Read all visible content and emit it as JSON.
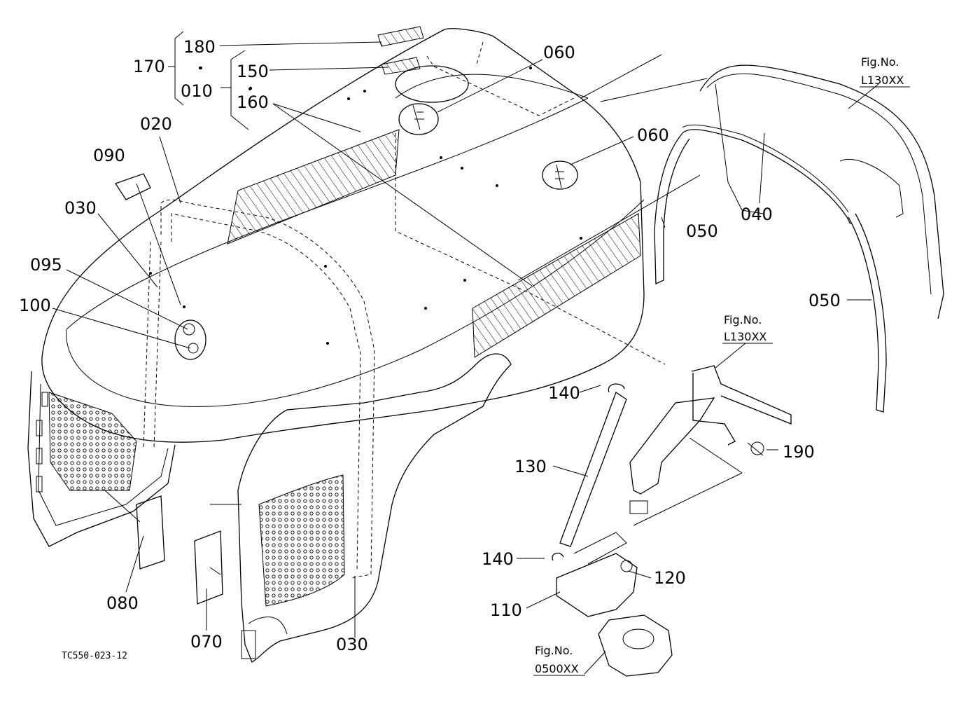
{
  "diagram": {
    "drawing_code": "TC550-023-12",
    "labels": {
      "p180": "180",
      "p170": "170",
      "p150": "150",
      "p010": "010",
      "p160": "160",
      "p060a": "060",
      "p060b": "060",
      "p020": "020",
      "p090": "090",
      "p030a": "030",
      "p095": "095",
      "p100": "100",
      "p050a": "050",
      "p040": "040",
      "p050b": "050",
      "p140a": "140",
      "p130": "130",
      "p190": "190",
      "p140b": "140",
      "p120": "120",
      "p110": "110",
      "p080": "080",
      "p070": "070",
      "p030b": "030"
    },
    "figure_refs": {
      "ref1": {
        "line1": "Fig.No.",
        "line2": "L130XX"
      },
      "ref2": {
        "line1": "Fig.No.",
        "line2": "L130XX"
      },
      "ref3": {
        "line1": "Fig.No.",
        "line2": "0500XX"
      }
    }
  }
}
